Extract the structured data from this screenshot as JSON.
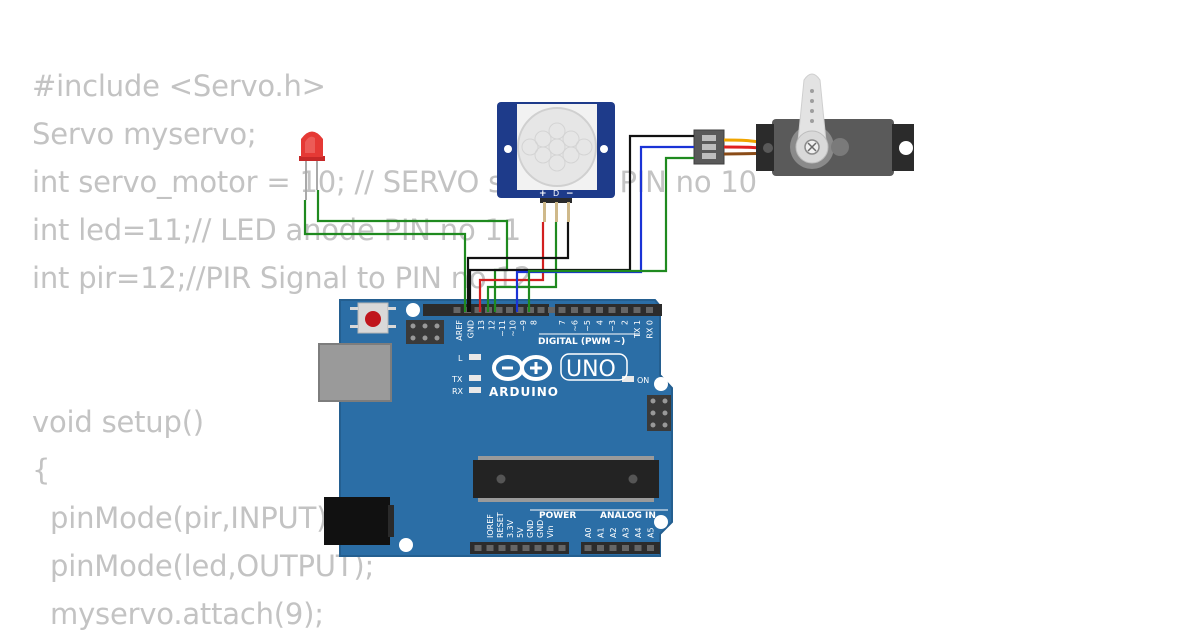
{
  "code": {
    "lines": [
      "#include <Servo.h>",
      "Servo myservo;",
      "int servo_motor = 10; // SERVO signal to PIN no 10",
      "int led=11;// LED anode PIN no 11",
      "int pir=12;//PIR Signal to PIN no 12",
      "",
      "",
      "void setup()",
      "{",
      "  pinMode(pir,INPUT);",
      "  pinMode(led,OUTPUT);",
      "  myservo.attach(9);"
    ]
  },
  "board": {
    "logo_text": "ARDUINO",
    "model": "UNO",
    "digital_label": "DIGITAL (PWM ~)",
    "power_label": "POWER",
    "analog_label": "ANALOG IN",
    "led_l": "L",
    "led_tx": "TX",
    "led_rx": "RX",
    "on_label": "ON",
    "top_pins": [
      "AREF",
      "GND",
      "13",
      "12",
      "~11",
      "~10",
      "~9",
      "8",
      "7",
      "~6",
      "~5",
      "4",
      "~3",
      "2",
      "TX 1",
      "RX 0"
    ],
    "power_pins": [
      "IOREF",
      "RESET",
      "3.3V",
      "5V",
      "GND",
      "GND",
      "Vin"
    ],
    "analog_pins": [
      "A0",
      "A1",
      "A2",
      "A3",
      "A4",
      "A5"
    ]
  },
  "pir_sensor": {
    "pins": [
      "+",
      "D",
      "−"
    ]
  },
  "colors": {
    "board": "#2b6ea6",
    "wire_black": "#111111",
    "wire_red": "#d21f1f",
    "wire_green": "#1f8a1f",
    "wire_blue": "#1a33d6",
    "led": "#e53935",
    "code_text": "#c3c3c3",
    "servo_body": "#5a5a5a"
  },
  "icons": [
    "arduino-infinity-logo",
    "servo-horn-icon",
    "reset-button-icon"
  ]
}
